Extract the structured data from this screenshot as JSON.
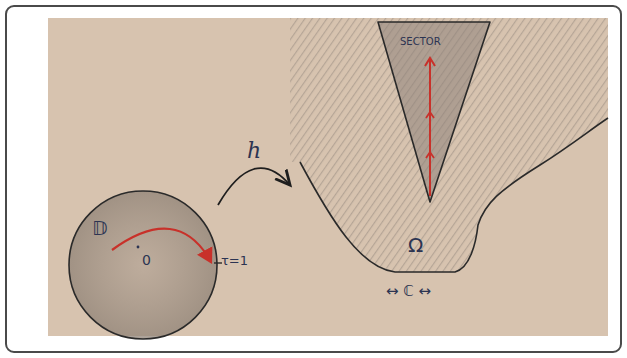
{
  "diagram": {
    "nodes": [
      {
        "text": [
          "𝔻",
          "0"
        ]
      },
      {
        "text": [
          "Ω"
        ]
      },
      {
        "text": [
          "SECTOR"
        ],
        "in": 1
      }
    ],
    "edges": [
      {
        "from": 0,
        "to": 1,
        "arrow": "to",
        "label": "h"
      }
    ],
    "labels": [
      "τ=1",
      "↔ ℂ ↔"
    ]
  }
}
